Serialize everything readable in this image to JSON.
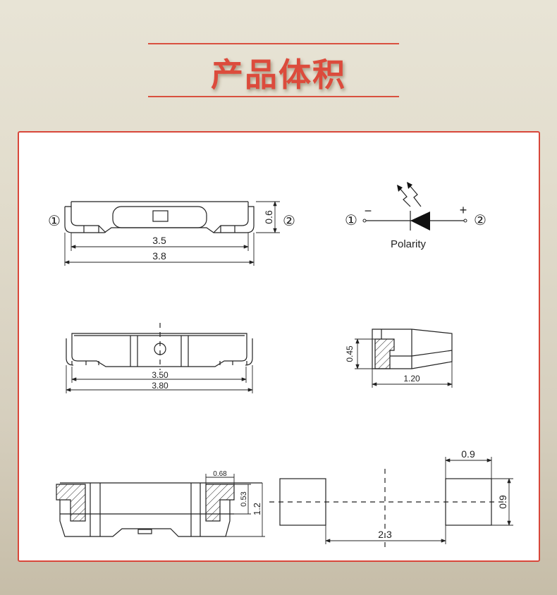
{
  "header": {
    "title": "产品体积"
  },
  "drawing": {
    "pin1": "①",
    "pin2": "②",
    "top_view": {
      "inner_width": "3.5",
      "outer_width": "3.8",
      "height": "0.6"
    },
    "polarity": {
      "label": "Polarity",
      "minus": "−",
      "plus": "+"
    },
    "front_view": {
      "inner_width": "3.50",
      "outer_width": "3.80"
    },
    "side_view": {
      "height": "0.45",
      "width": "1.20"
    },
    "section_view": {
      "pad_width": "0.68",
      "pad_height": "0.53",
      "total_height": "1.2"
    },
    "footprint": {
      "pad_width": "0.9",
      "pad_height": "0.9",
      "pitch": "2.3"
    }
  }
}
